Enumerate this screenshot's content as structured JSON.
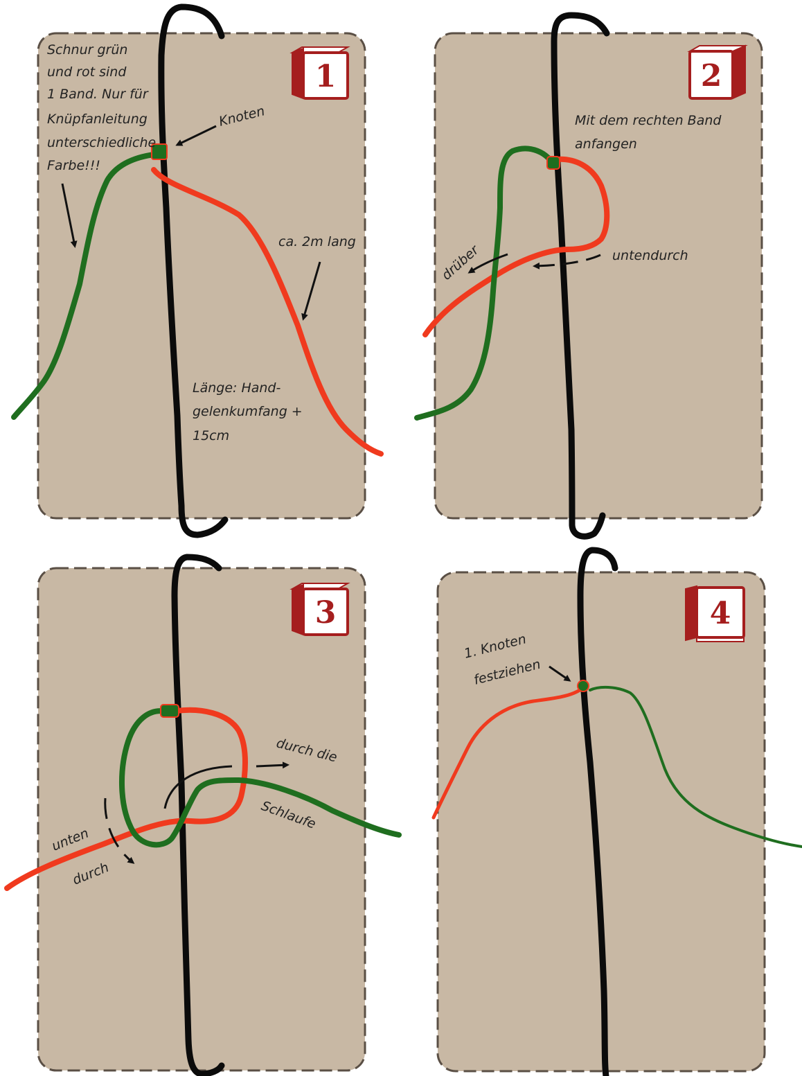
{
  "colors": {
    "board": "#c8b8a4",
    "board_border": "#5a4f45",
    "black_cord": "#0b0b0b",
    "green_cord": "#1f6e1f",
    "red_cord": "#f03a1e",
    "die_face": "#ffffff",
    "die_accent": "#a51e1e"
  },
  "panels": [
    {
      "step": "1",
      "texts": {
        "intro_line1": "Schnur grün",
        "intro_line2": "und rot sind",
        "intro_line3": "1 Band. Nur für",
        "intro_line4": "Knüpfanleitung",
        "intro_line5": "unterschiedliche",
        "intro_line6": "Farbe!!!",
        "knot": "Knoten",
        "length_red": "ca. 2m lang",
        "length_black_line1": "Länge: Hand-",
        "length_black_line2": "gelenkumfang +",
        "length_black_line3": "15cm"
      }
    },
    {
      "step": "2",
      "texts": {
        "start_line1": "Mit dem rechten Band",
        "start_line2": "anfangen",
        "over": "drüber",
        "under": "untendurch"
      }
    },
    {
      "step": "3",
      "texts": {
        "through_line1": "durch die",
        "through_line2": "Schlaufe",
        "under_line1": "unten",
        "under_line2": "durch"
      }
    },
    {
      "step": "4",
      "texts": {
        "tighten_line1": "1. Knoten",
        "tighten_line2": "festziehen"
      }
    }
  ]
}
